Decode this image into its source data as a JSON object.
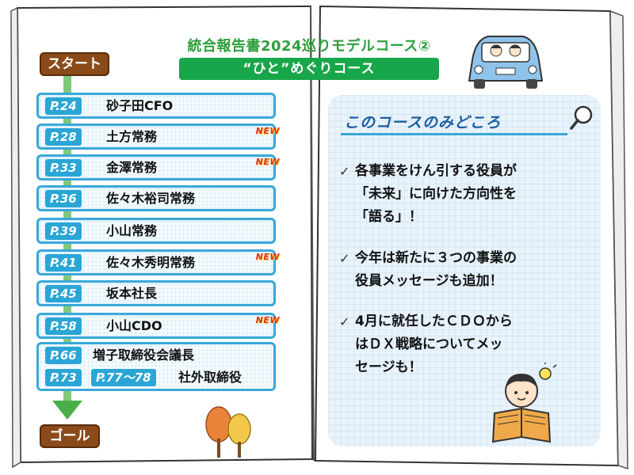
{
  "header": {
    "title": "統合報告書2024巡りモデルコース②",
    "subtitle": "“ひと”めぐりコース"
  },
  "labels": {
    "start": "スタート",
    "goal": "ゴール",
    "new": "NEW"
  },
  "courses": [
    {
      "page": "P.24",
      "name": "砂子田CFO",
      "is_new": false
    },
    {
      "page": "P.28",
      "name": "土方常務",
      "is_new": true
    },
    {
      "page": "P.33",
      "name": "金澤常務",
      "is_new": true
    },
    {
      "page": "P.36",
      "name": "佐々木裕司常務",
      "is_new": false
    },
    {
      "page": "P.39",
      "name": "小山常務",
      "is_new": false
    },
    {
      "page": "P.41",
      "name": "佐々木秀明常務",
      "is_new": true
    },
    {
      "page": "P.45",
      "name": "坂本社長",
      "is_new": false
    },
    {
      "page": "P.58",
      "name": "小山CDO",
      "is_new": true
    }
  ],
  "final_item": {
    "line1_page": "P.66",
    "line1_name": "増子取締役会議長",
    "line2_page_a": "P.73",
    "line2_page_b": "P.77〜78",
    "line2_name": "社外取締役"
  },
  "highlights": {
    "title": "このコースのみどころ",
    "points": [
      [
        "各事業をけん引する役員が",
        "「未来」に向けた方向性を",
        "「語る」！"
      ],
      [
        "今年は新たに３つの事業の",
        "役員メッセージも追加！"
      ],
      [
        "4月に就任したＣＤＯから",
        "はＤＸ戦略についてメッ",
        "セージも！"
      ]
    ],
    "check_mark": "✓"
  }
}
